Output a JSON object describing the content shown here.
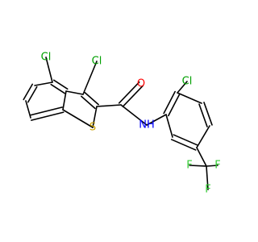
{
  "molecule": {
    "atoms": [
      {
        "key": "cl4",
        "label": "Cl",
        "color": "#00a000"
      },
      {
        "key": "cl3",
        "label": "Cl",
        "color": "#00a000"
      },
      {
        "key": "o",
        "label": "O",
        "color": "#ff0000"
      },
      {
        "key": "s",
        "label": "S",
        "color": "#c8a000"
      },
      {
        "key": "nh",
        "label": "NH",
        "color": "#0000ff"
      },
      {
        "key": "cl2",
        "label": "Cl",
        "color": "#00a000"
      },
      {
        "key": "f1",
        "label": "F",
        "color": "#33cc33"
      },
      {
        "key": "f2",
        "label": "F",
        "color": "#33cc33"
      },
      {
        "key": "f3",
        "label": "F",
        "color": "#33cc33"
      }
    ]
  }
}
